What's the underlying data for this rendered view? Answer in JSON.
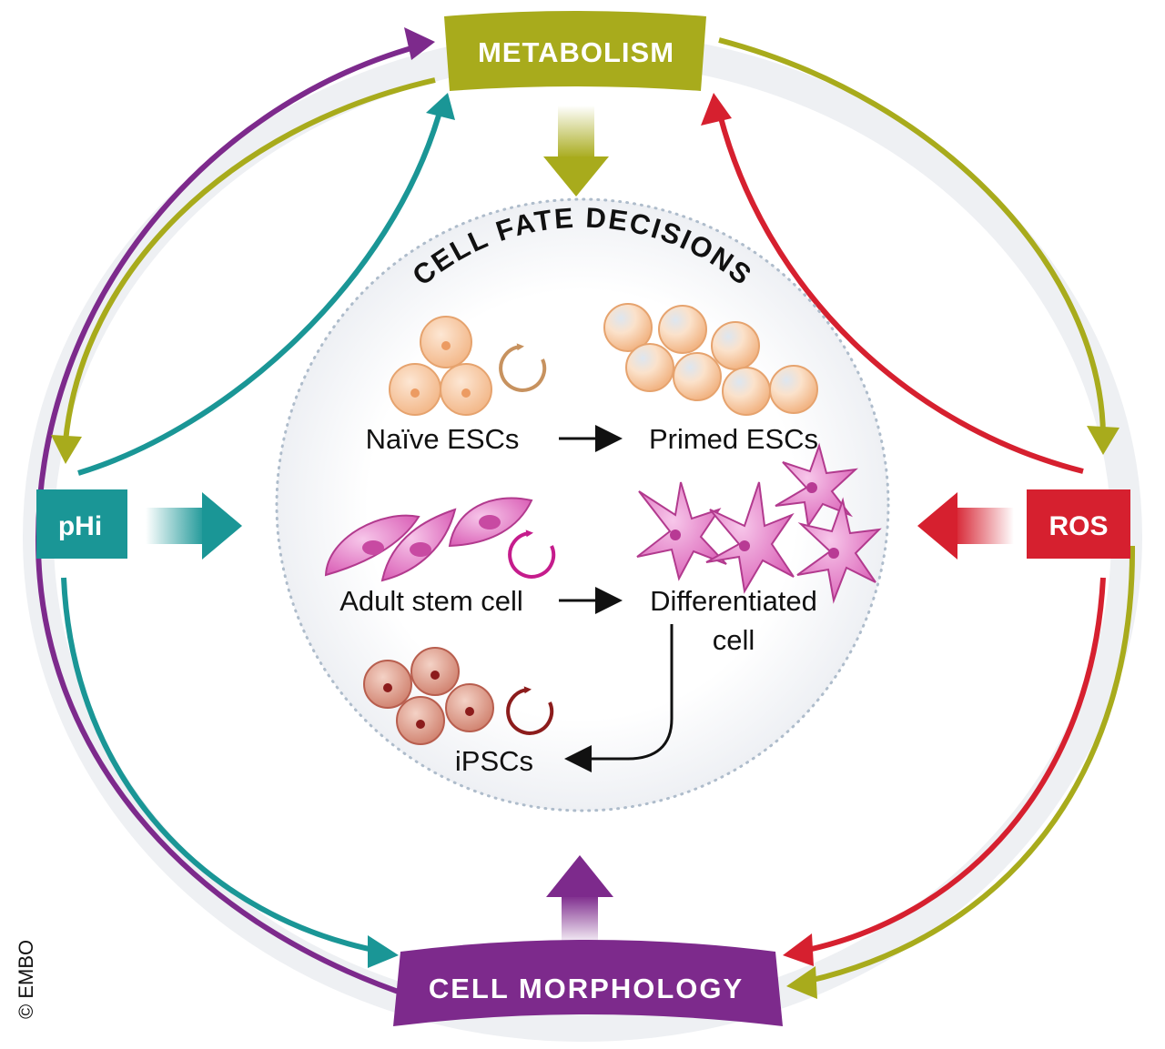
{
  "nodes": {
    "metabolism": "METABOLISM",
    "ph": "pHi",
    "ros": "ROS",
    "morphology": "CELL MORPHOLOGY",
    "center_title": "CELL FATE DECISIONS"
  },
  "cells": {
    "naive": "Naïve ESCs",
    "primed": "Primed ESCs",
    "adult": "Adult stem cell",
    "diff_line1": "Differentiated",
    "diff_line2": "cell",
    "ipsc": "iPSCs"
  },
  "copyright": "© EMBO",
  "colors": {
    "metabolism": "#a8ab1c",
    "ph": "#1a9696",
    "ros": "#d6202f",
    "morphology": "#7d2a8c",
    "naive_cell": "#f4c7a0",
    "adult_cell": "#e07ac4",
    "ipsc_cell": "#d88c7c"
  }
}
